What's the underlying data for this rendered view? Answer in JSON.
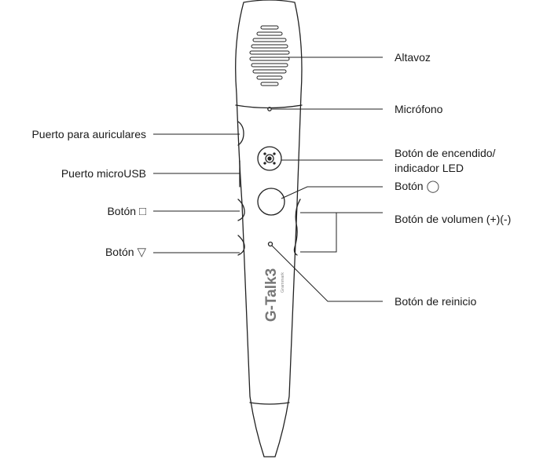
{
  "diagram": {
    "brand": {
      "name": "G-Talk3",
      "sub": "Grammark"
    },
    "labels": {
      "speaker": "Altavoz",
      "microphone": "Micrófono",
      "power_led_line1": "Botón de encendido/",
      "power_led_line2": "indicador LED",
      "circle_button": "Botón",
      "circle_symbol": "◯",
      "volume": "Botón de volumen (+)(-)",
      "reset": "Botón de reinicio",
      "headphone_port": "Puerto para auriculares",
      "microusb_port": "Puerto microUSB",
      "square_button": "Botón",
      "square_symbol": "□",
      "triangle_button": "Botón",
      "triangle_symbol": "▽"
    }
  }
}
